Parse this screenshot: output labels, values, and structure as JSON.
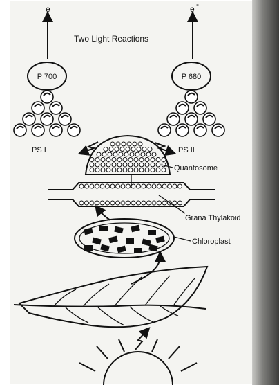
{
  "diagram": {
    "title": "Two  Light Reactions",
    "electron_left": "e",
    "electron_right": "e",
    "electron_right_sup": "-",
    "p700": "P 700",
    "p680": "P 680",
    "ps1": "PS I",
    "ps2": "PS II",
    "quantosome": "Quantosome",
    "grana": "Grana Thylakoid",
    "chloroplast": "Chloroplast"
  },
  "icons": [
    "arrow-up-icon",
    "sphere-cluster-icon",
    "leaf-icon",
    "sun-icon",
    "zigzag-arrow-icon"
  ],
  "colors": {
    "ink": "#111111",
    "paper": "#f4f4f1"
  }
}
